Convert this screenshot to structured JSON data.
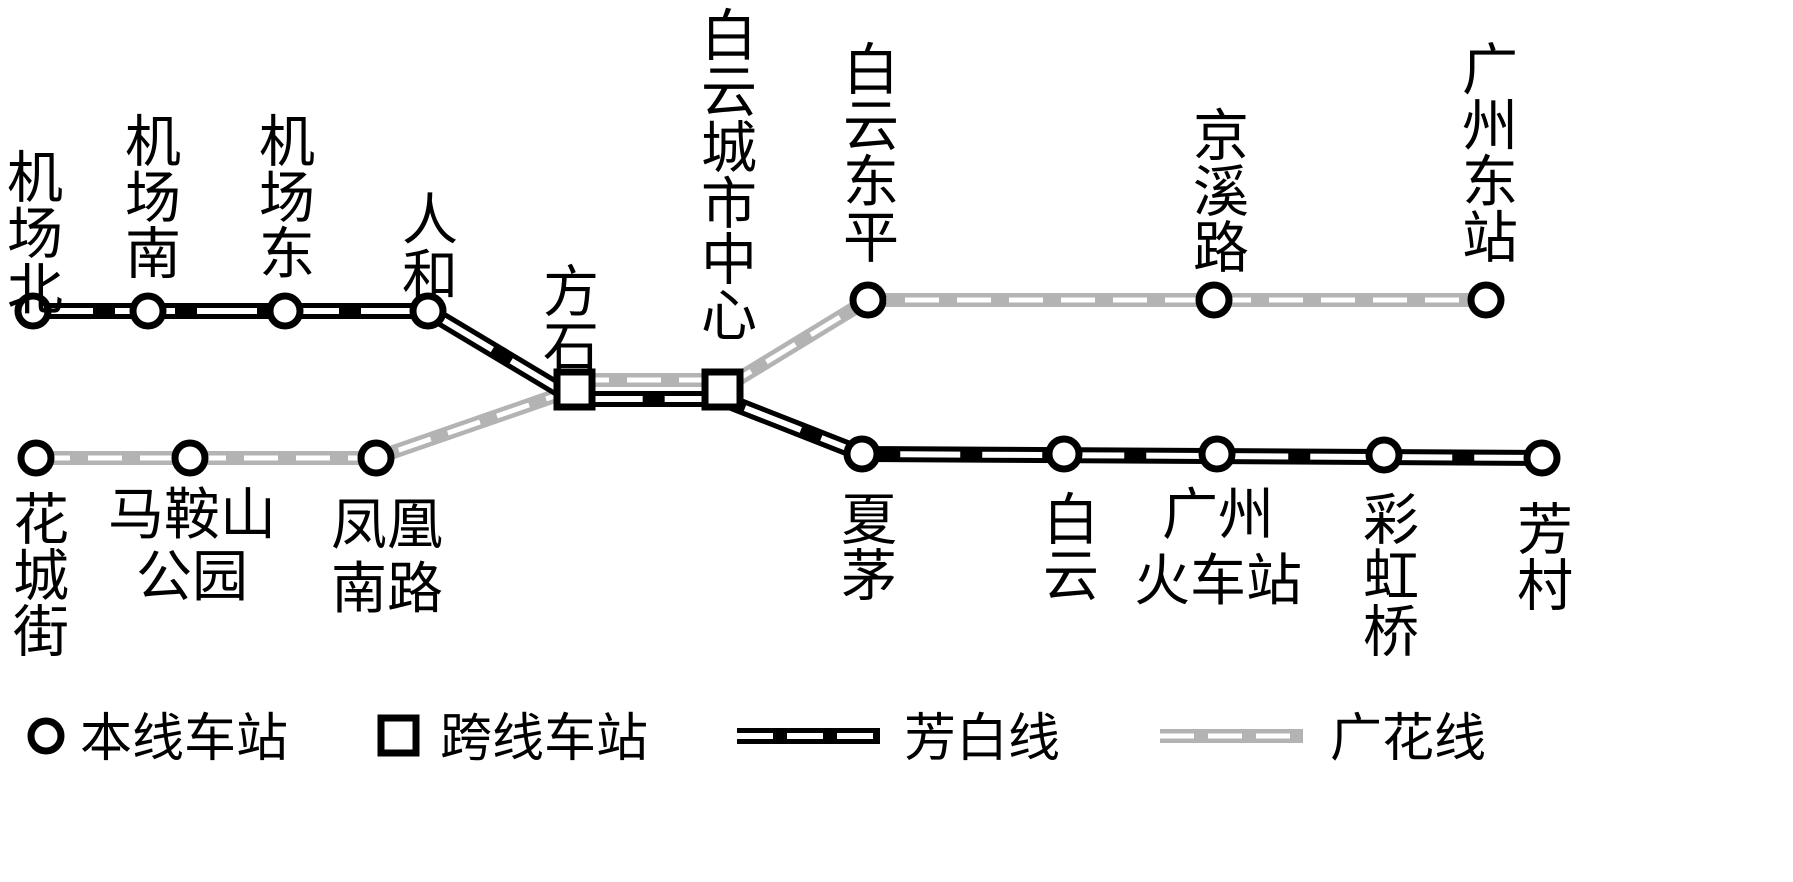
{
  "colors": {
    "fangbai_line": "#000000",
    "guanghua_line": "#b3b3b3",
    "station_fill": "#ffffff",
    "station_stroke": "#000000"
  },
  "lines": {
    "fangbai": "芳白线",
    "guanghua": "广花线"
  },
  "stations": {
    "jichang_bei": "机场北",
    "jichang_nan": "机场南",
    "jichang_dong": "机场东",
    "renhe": "人和",
    "fangshi": "方石",
    "baiyun_city_center": "白云城市中心",
    "baiyun_dongping": "白云东平",
    "jingxi_lu": "京溪路",
    "guangzhou_dongzhan": "广州东站",
    "huacheng_jie": "花城街",
    "maanshan_gongyuan_1": "马鞍山",
    "maanshan_gongyuan_2": "公园",
    "fenghuang_nanlu_1": "凤凰",
    "fenghuang_nanlu_2": "南路",
    "xiamao": "夏茅",
    "baiyun": "白云",
    "guangzhou_huochezhan_1": "广州",
    "guangzhou_huochezhan_2": "火车站",
    "caihong_qiao": "彩虹桥",
    "fangcun": "芳村"
  },
  "legend": {
    "own_station": "本线车站",
    "transfer_station": "跨线车站",
    "fangbai_line": "芳白线",
    "guanghua_line": "广花线"
  }
}
